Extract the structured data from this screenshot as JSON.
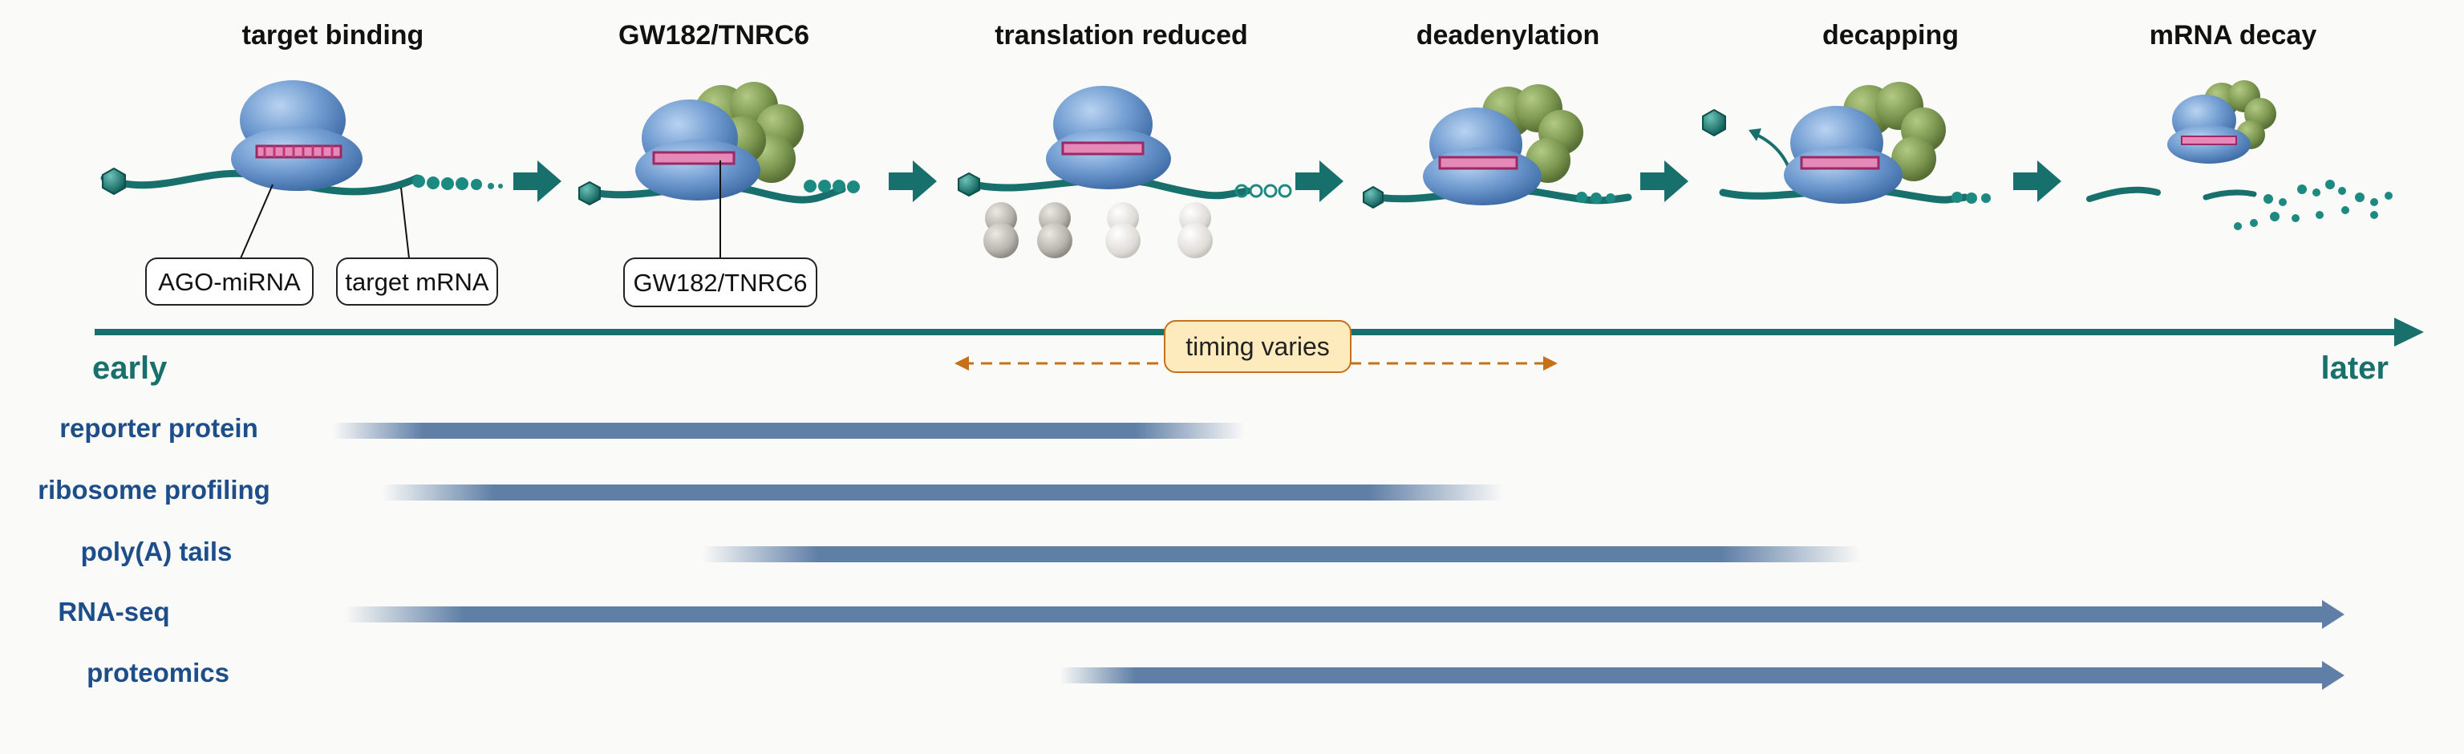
{
  "stages": [
    {
      "title": "target binding",
      "x": 0.135
    },
    {
      "title": "GW182/TNRC6",
      "x": 0.29
    },
    {
      "title": "translation reduced",
      "x": 0.455
    },
    {
      "title": "deadenylation",
      "x": 0.612
    },
    {
      "title": "decapping",
      "x": 0.767
    },
    {
      "title": "mRNA decay",
      "x": 0.906
    }
  ],
  "callouts": {
    "ago_mirna": "AGO-miRNA",
    "target_mrna": "target mRNA",
    "gw182": "GW182/TNRC6"
  },
  "timeline": {
    "start_label": "early",
    "end_label": "later",
    "timing_note": "timing varies"
  },
  "methods": [
    {
      "label": "reporter protein",
      "start": 0.135,
      "end": 0.505,
      "fade_in": true,
      "fade_out": true,
      "arrow": false
    },
    {
      "label": "ribosome profiling",
      "start": 0.155,
      "end": 0.61,
      "fade_in": true,
      "fade_out": true,
      "arrow": false
    },
    {
      "label": "poly(A) tails",
      "start": 0.285,
      "end": 0.755,
      "fade_in": true,
      "fade_out": true,
      "arrow": false
    },
    {
      "label": "RNA-seq",
      "start": 0.14,
      "end": 0.95,
      "fade_in": true,
      "fade_out": false,
      "arrow": true
    },
    {
      "label": "proteomics",
      "start": 0.43,
      "end": 0.95,
      "fade_in": true,
      "fade_out": false,
      "arrow": true
    }
  ],
  "colors": {
    "teal": "#17706b",
    "method_blue": "#1d4e8a",
    "bar_blue": "#5f7fa6",
    "ago_blue": "#6f9bd0",
    "gw182_green": "#7e9a52",
    "mirna_magenta": "#c0367a",
    "ribosome_grey": "#b8b4ae",
    "timing_orange": "#c7701a",
    "timing_fill": "#fdebbd"
  }
}
